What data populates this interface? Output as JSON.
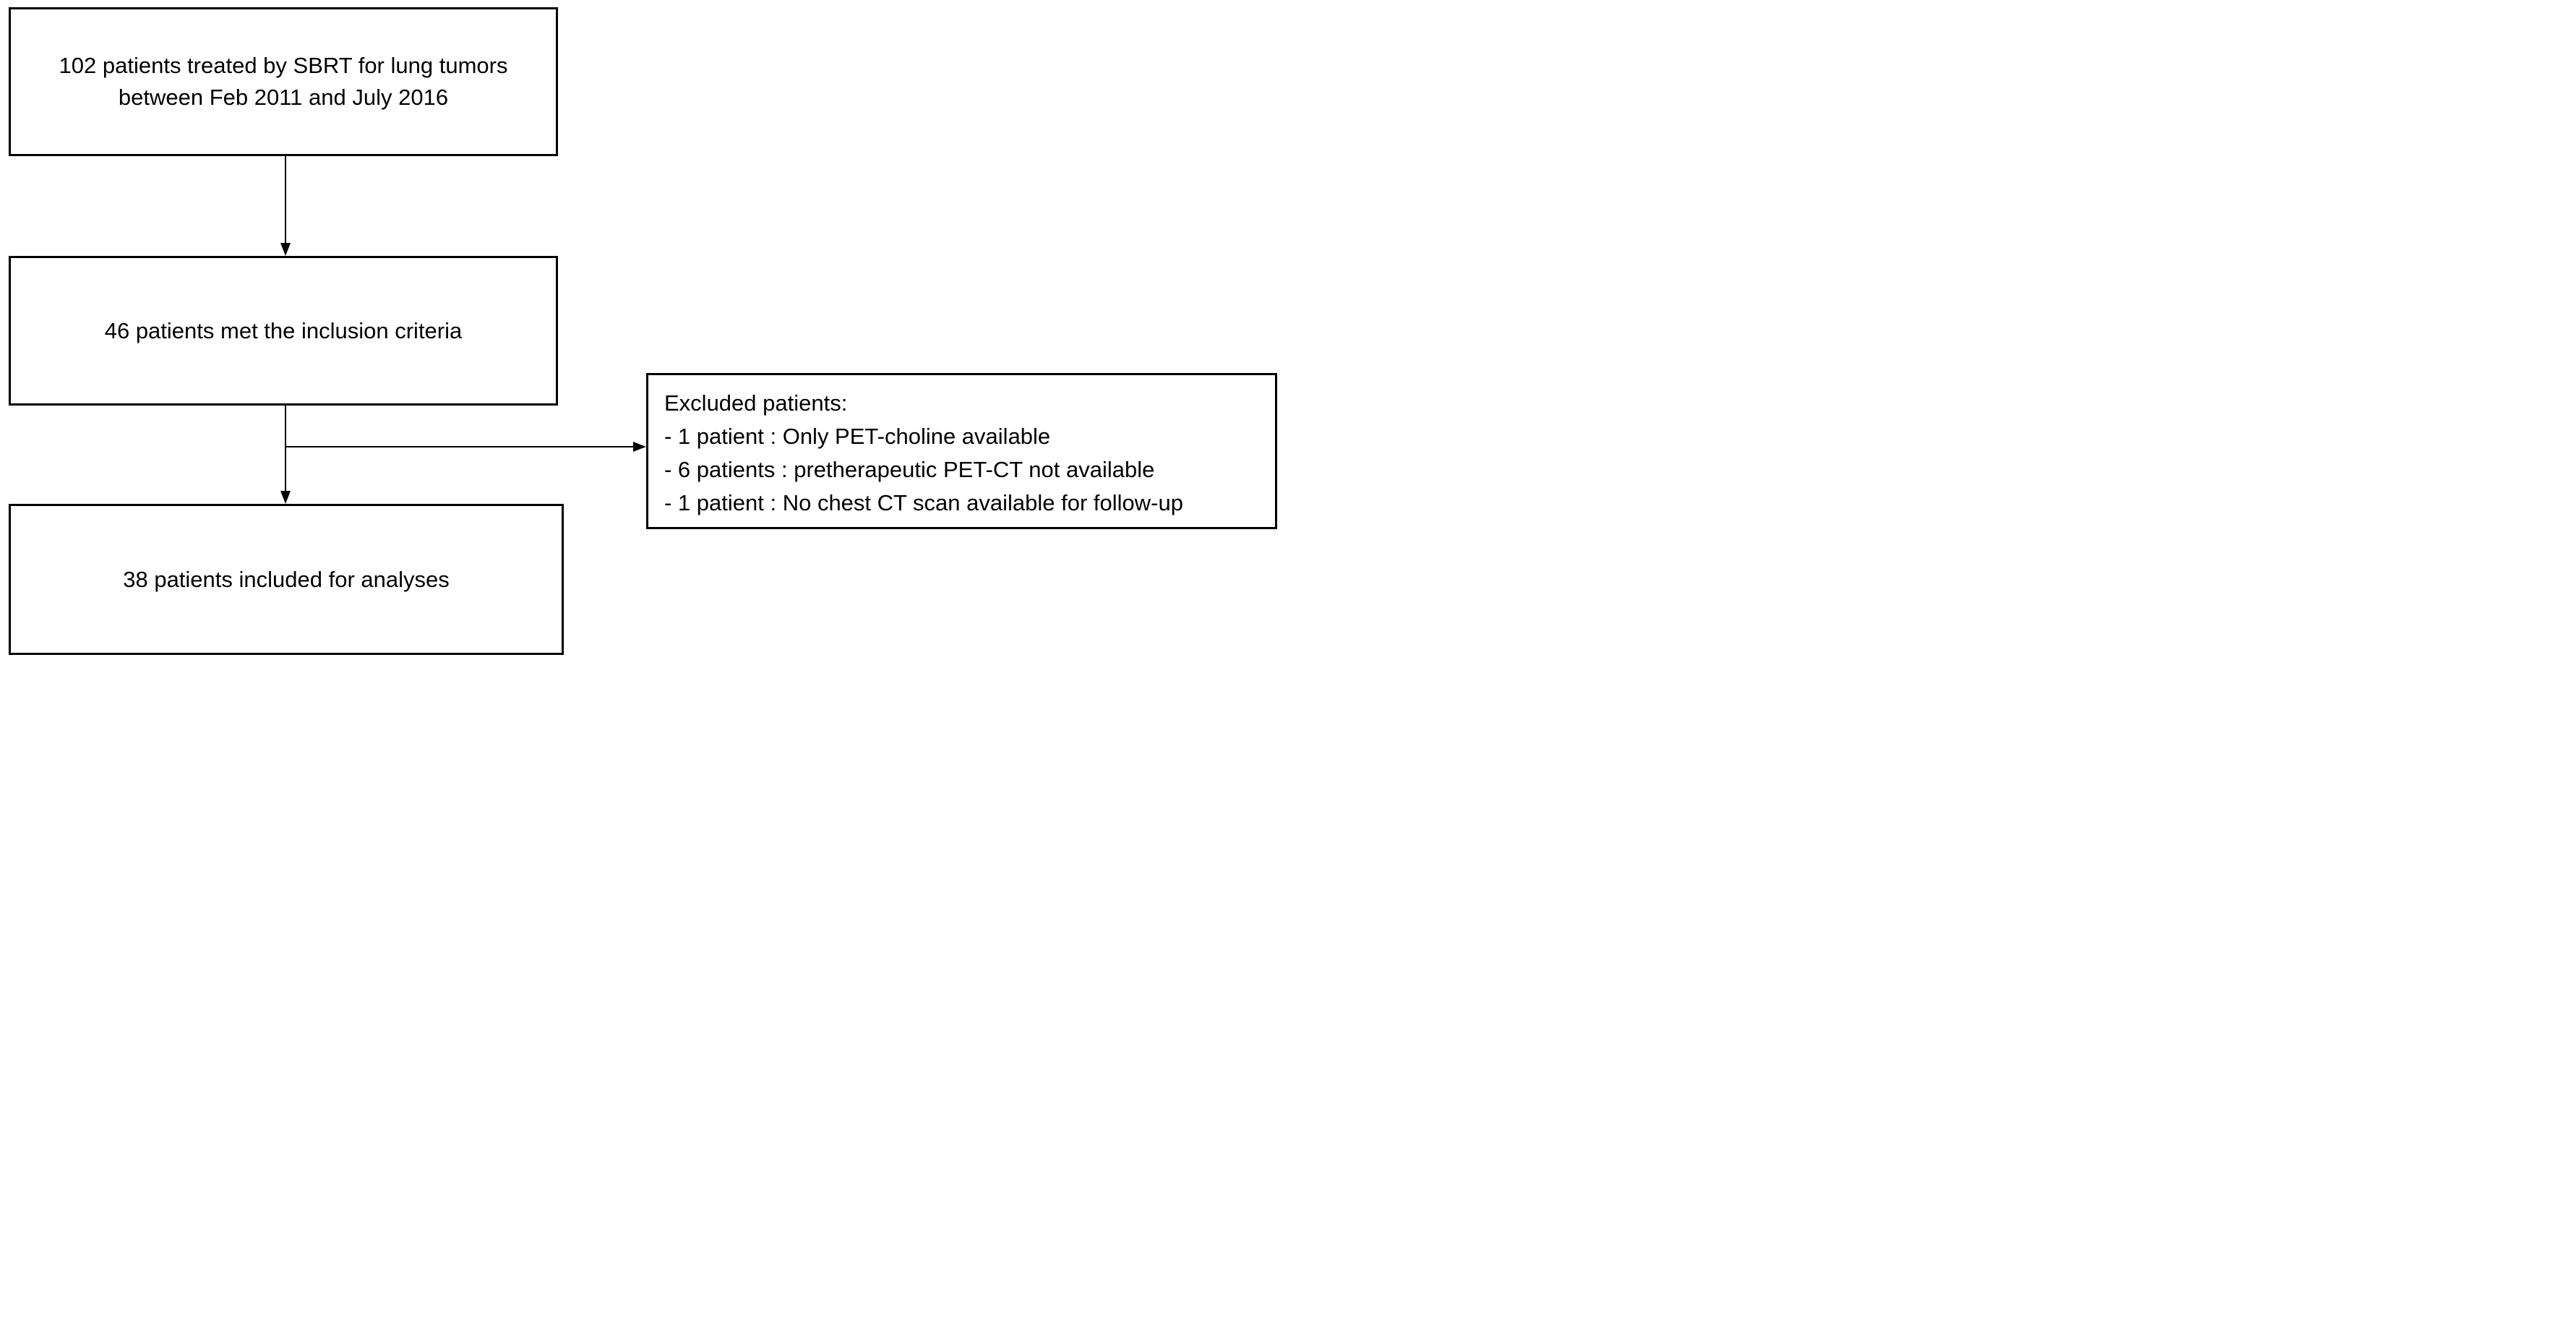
{
  "diagram": {
    "type": "patient-flowchart",
    "colors": {
      "background": "#ffffff",
      "border": "#000000",
      "text": "#000000"
    },
    "nodes": {
      "enrolled": {
        "line1": "102 patients treated by SBRT for lung tumors",
        "line2": "between Feb 2011 and July 2016"
      },
      "inclusion": {
        "text": "46 patients met the inclusion criteria"
      },
      "excluded": {
        "title": "Excluded patients:",
        "items": [
          "- 1 patient : Only PET-choline available",
          "- 6 patients : pretherapeutic PET-CT not available",
          "- 1 patient : No chest CT scan available for follow-up"
        ]
      },
      "analyzed": {
        "text": "38 patients included for analyses"
      }
    },
    "edges": [
      "enrolled -> inclusion",
      "inclusion -> analyzed",
      "inclusion -> excluded"
    ]
  }
}
